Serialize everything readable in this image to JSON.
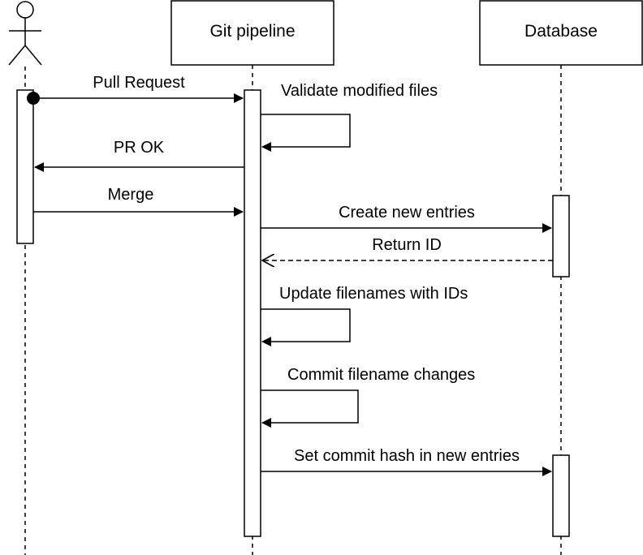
{
  "participants": {
    "git_pipeline": "Git pipeline",
    "database": "Database"
  },
  "messages": {
    "pull_request": "Pull Request",
    "validate_files": "Validate modified files",
    "pr_ok": "PR OK",
    "merge": "Merge",
    "create_entries": "Create new entries",
    "return_id": "Return ID",
    "update_filenames": "Update filenames with IDs",
    "commit_changes": "Commit filename changes",
    "set_commit_hash": "Set commit hash in new entries"
  }
}
